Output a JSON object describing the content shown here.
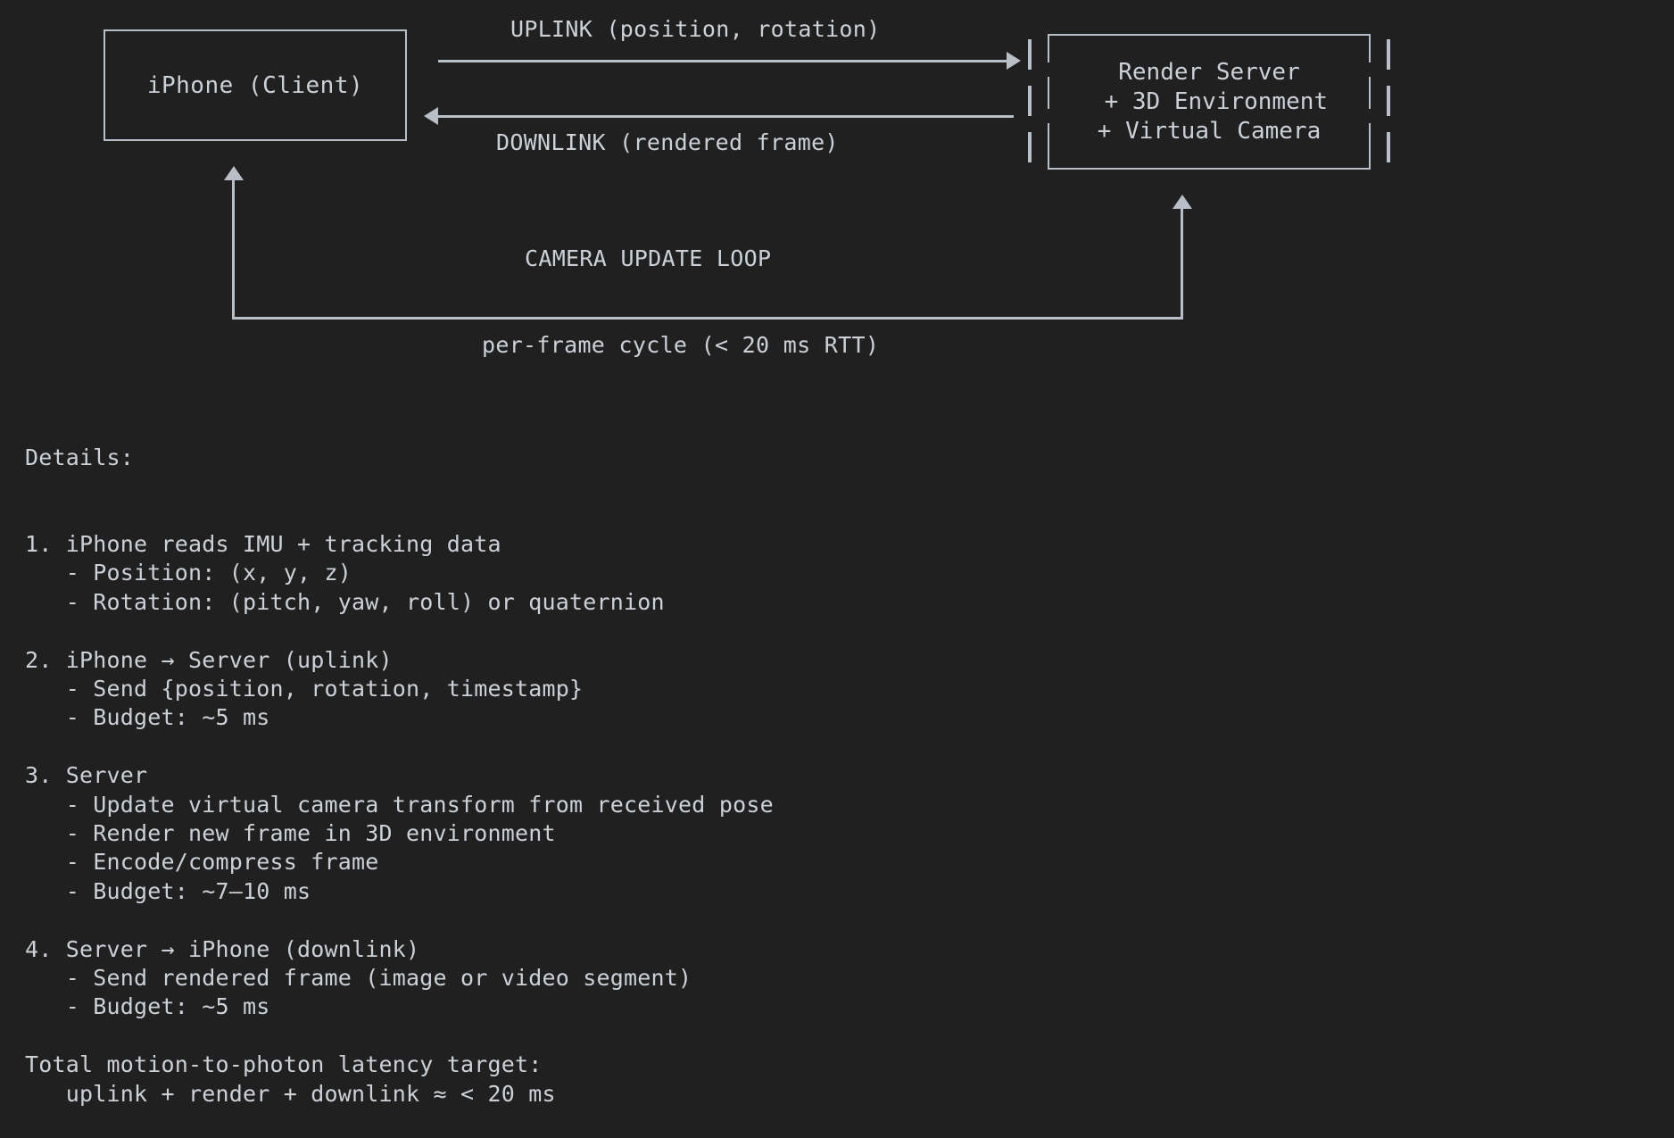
{
  "theme": {
    "background": "#202021",
    "foreground": "#ccd1d8",
    "stroke": "#b9bfc7"
  },
  "diagram": {
    "client_box": {
      "label": "iPhone (Client)"
    },
    "server_box": {
      "lines": [
        "Render Server",
        " + 3D Environment",
        "+ Virtual Camera"
      ]
    },
    "uplink_label": "UPLINK (position, rotation)",
    "downlink_label": "DOWNLINK (rendered frame)",
    "loop_label": "CAMERA UPDATE LOOP",
    "cycle_label": "per-frame cycle (< 20 ms RTT)"
  },
  "details": {
    "heading": "Details:",
    "lines": [
      "1. iPhone reads IMU + tracking data",
      "   - Position: (x, y, z)",
      "   - Rotation: (pitch, yaw, roll) or quaternion",
      "",
      "2. iPhone → Server (uplink)",
      "   - Send {position, rotation, timestamp}",
      "   - Budget: ~5 ms",
      "",
      "3. Server",
      "   - Update virtual camera transform from received pose",
      "   - Render new frame in 3D environment",
      "   - Encode/compress frame",
      "   - Budget: ~7–10 ms",
      "",
      "4. Server → iPhone (downlink)",
      "   - Send rendered frame (image or video segment)",
      "   - Budget: ~5 ms",
      "",
      "Total motion-to-photon latency target:",
      "   uplink + render + downlink ≈ < 20 ms"
    ]
  }
}
